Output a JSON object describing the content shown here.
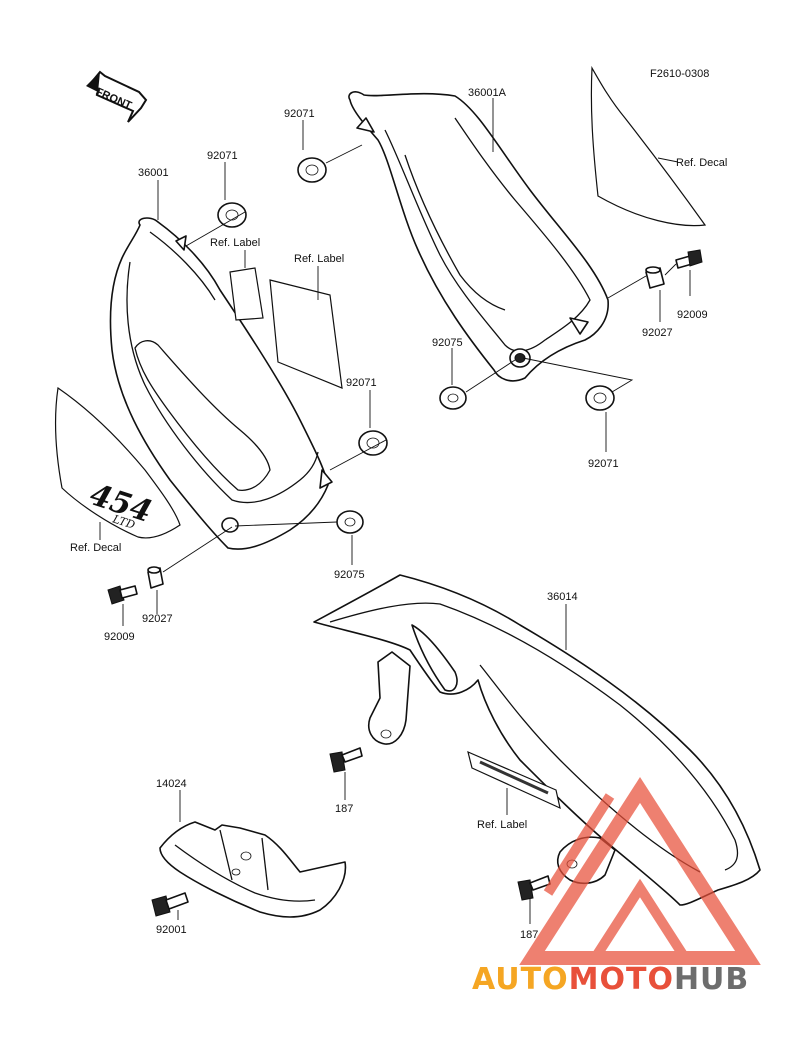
{
  "diagram": {
    "code": "F2610-0308",
    "front_arrow_text": "FRONT",
    "decal_text": "454",
    "decal_sub_text": "LTD",
    "labels": {
      "p36001a": "36001A",
      "p92071_top": "92071",
      "ref_decal_right": "Ref. Decal",
      "p36001": "36001",
      "p92071_left": "92071",
      "ref_label_small": "Ref. Label",
      "ref_label_large": "Ref. Label",
      "p92009_right": "92009",
      "p92027_right": "92027",
      "p92075_right": "92075",
      "p92071_right": "92071",
      "p92071_mid": "92071",
      "ref_decal_left": "Ref. Decal",
      "p92075_left": "92075",
      "p92009_left": "92009",
      "p92027_left": "92027",
      "p36014": "36014",
      "p187_mid": "187",
      "ref_label_chain": "Ref. Label",
      "p14024": "14024",
      "p92001": "92001",
      "p187_bottom": "187"
    }
  },
  "watermark": {
    "part1": "AUTO",
    "part2": "MOTO",
    "part3": "HUB",
    "color_orange": "#f5a623",
    "color_red": "#e8503a",
    "color_gray": "#6d6d6d",
    "triangle_color": "#e8503a"
  }
}
